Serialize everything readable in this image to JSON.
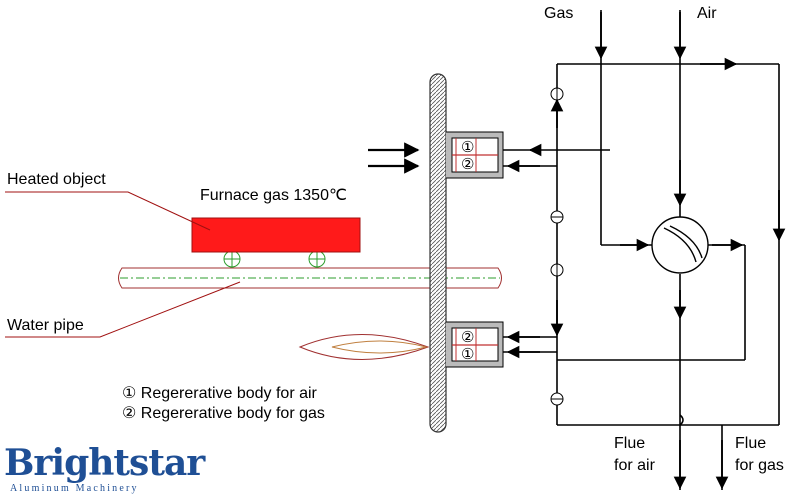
{
  "labels": {
    "gas": "Gas",
    "air": "Air",
    "heated_object": "Heated object",
    "furnace_gas": "Furnace gas 1350℃",
    "water_pipe": "Water pipe",
    "flue_air_line1": "Flue",
    "flue_air_line2": "for air",
    "flue_gas_line1": "Flue",
    "flue_gas_line2": "for gas"
  },
  "legend": {
    "item1": "① Regererative body for air",
    "item2": "② Regererative body for gas"
  },
  "chamber_marks": {
    "top_upper": "①",
    "top_lower": "②",
    "bottom_upper": "②",
    "bottom_lower": "①"
  },
  "logo": {
    "word": "Brightstar",
    "sub": "Aluminum Machinery"
  },
  "colors": {
    "heated_object": "#ff1a1a",
    "leader_line": "#a01010",
    "pipe_outline": "#a03030",
    "centerline": "#2e9e2e",
    "logo": "#1f4f95"
  }
}
